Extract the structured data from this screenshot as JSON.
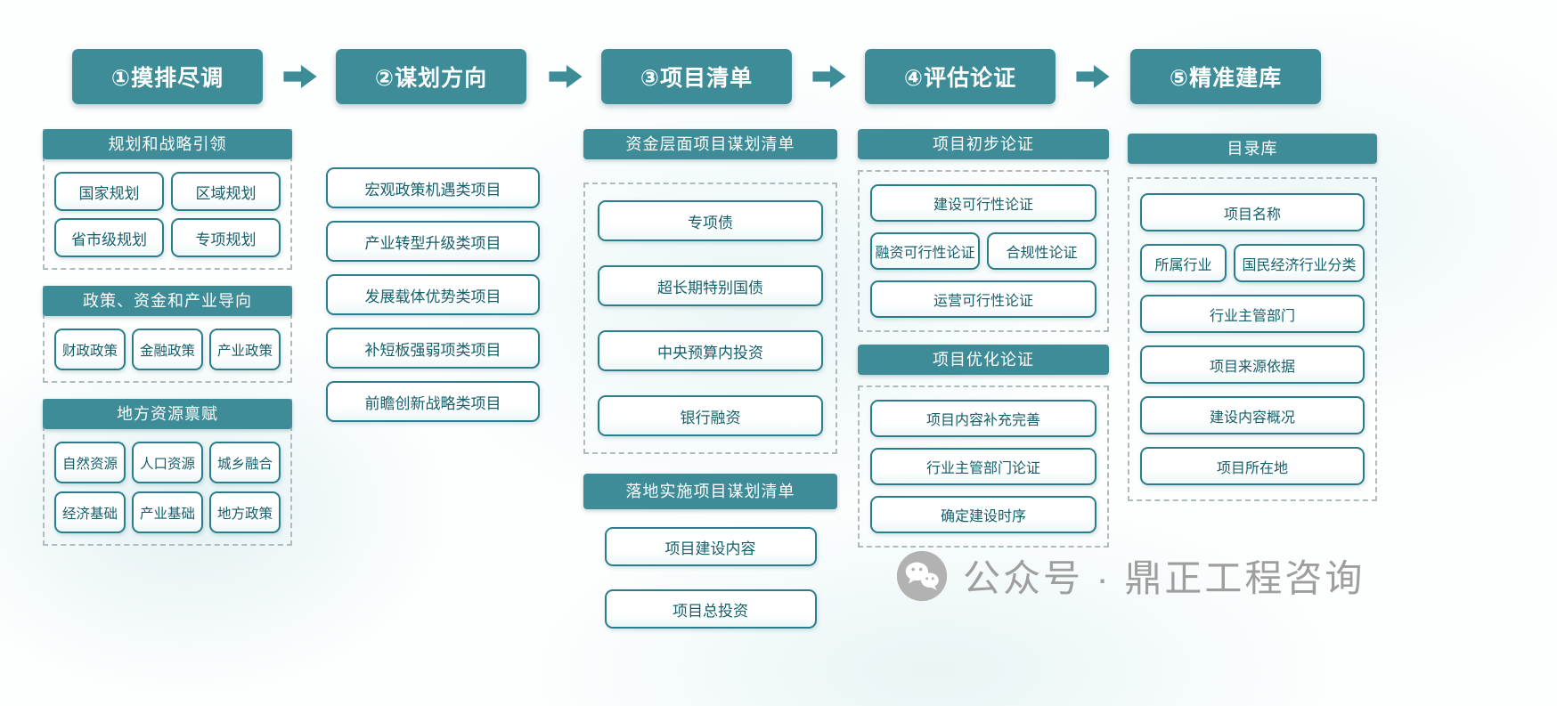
{
  "flow": {
    "steps": [
      {
        "label": "①摸排尽调"
      },
      {
        "label": "②谋划方向"
      },
      {
        "label": "③项目清单"
      },
      {
        "label": "④评估论证"
      },
      {
        "label": "⑤精准建库"
      }
    ],
    "arrow_icon": "arrow-right-icon"
  },
  "col1": {
    "sections": [
      {
        "title": "规划和战略引领",
        "items": [
          "国家规划",
          "区域规划",
          "省市级规划",
          "专项规划"
        ]
      },
      {
        "title": "政策、资金和产业导向",
        "items": [
          "财政政策",
          "金融政策",
          "产业政策"
        ]
      },
      {
        "title": "地方资源禀赋",
        "items": [
          "自然资源",
          "人口资源",
          "城乡融合",
          "经济基础",
          "产业基础",
          "地方政策"
        ]
      }
    ]
  },
  "col2": {
    "items": [
      "宏观政策机遇类项目",
      "产业转型升级类项目",
      "发展载体优势类项目",
      "补短板强弱项类项目",
      "前瞻创新战略类项目"
    ]
  },
  "col3": {
    "sections": [
      {
        "title": "资金层面项目谋划清单",
        "items": [
          "专项债",
          "超长期特别国债",
          "中央预算内投资",
          "银行融资"
        ]
      },
      {
        "title": "落地实施项目谋划清单",
        "items": [
          "项目建设内容",
          "项目总投资"
        ]
      }
    ]
  },
  "col4": {
    "sections": [
      {
        "title": "项目初步论证",
        "rows": [
          [
            "建设可行性论证"
          ],
          [
            "融资可行性论证",
            "合规性论证"
          ],
          [
            "运营可行性论证"
          ]
        ]
      },
      {
        "title": "项目优化论证",
        "rows": [
          [
            "项目内容补充完善"
          ],
          [
            "行业主管部门论证"
          ],
          [
            "确定建设时序"
          ]
        ]
      }
    ]
  },
  "col5": {
    "title": "目录库",
    "rows": [
      [
        "项目名称"
      ],
      [
        "所属行业",
        "国民经济行业分类"
      ],
      [
        "行业主管部门"
      ],
      [
        "项目来源依据"
      ],
      [
        "建设内容概况"
      ],
      [
        "项目所在地"
      ]
    ]
  },
  "watermark": {
    "icon": "wechat-icon",
    "text": "公众号 · 鼎正工程咨询"
  },
  "colors": {
    "accent_teal": "#3f8c99",
    "box_border": "#2c7d8b",
    "box_text": "#145f6b",
    "dashed_border": "#aebcbe",
    "watermark_grey": "#9e9e9e"
  }
}
